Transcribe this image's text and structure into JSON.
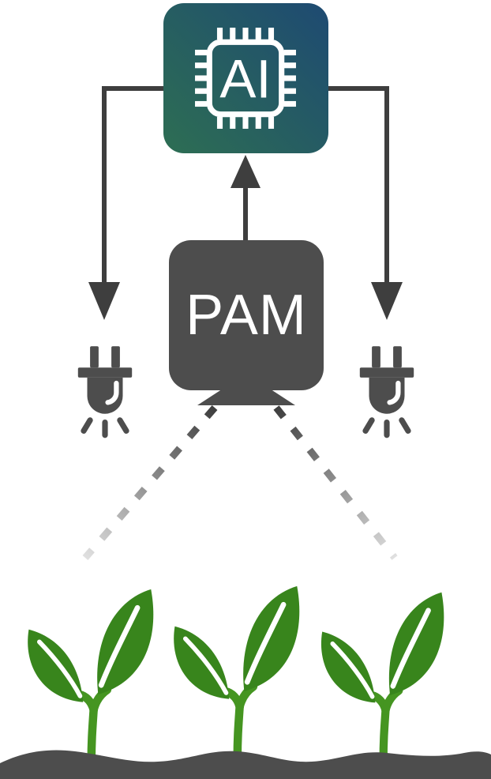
{
  "figure": {
    "ai_node": {
      "label": "AI"
    },
    "pam_node": {
      "label": "PAM"
    },
    "plant_count": 3
  },
  "icons": {
    "ai_chip": "microchip-icon",
    "left_output": "led-plug-light-icon",
    "right_output": "led-plug-light-icon",
    "beams": "dashed-fading-beam",
    "plants": "seedling-icon",
    "ground": "soil-wave"
  },
  "colors": {
    "ai_green": "#2d6e53",
    "ai_blue": "#1e4a72",
    "node_gray": "#4d4d4d",
    "arrow_gray": "#3e3e3e",
    "ground_gray": "#4d4d4d",
    "leaf_green": "#38851c",
    "stem_green": "#459521",
    "vein_white": "#ffffff",
    "beam_fade_end": "#e0e0e0"
  }
}
